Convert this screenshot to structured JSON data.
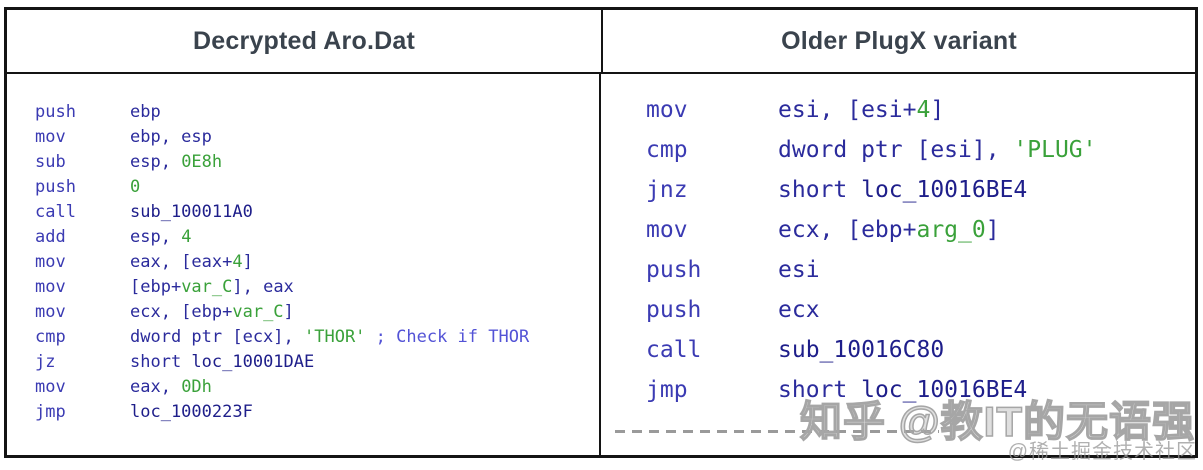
{
  "panels": [
    {
      "title": "Decrypted Aro.Dat",
      "lines": [
        {
          "m": "push",
          "ops": [
            {
              "t": "ebp",
              "c": "base"
            }
          ]
        },
        {
          "m": "mov",
          "ops": [
            {
              "t": "ebp, esp",
              "c": "base"
            }
          ]
        },
        {
          "m": "sub",
          "ops": [
            {
              "t": "esp, ",
              "c": "base"
            },
            {
              "t": "0E8h",
              "c": "num"
            }
          ]
        },
        {
          "m": "push",
          "ops": [
            {
              "t": "0",
              "c": "num"
            }
          ]
        },
        {
          "m": "call",
          "ops": [
            {
              "t": "sub_100011A0",
              "c": "name"
            }
          ]
        },
        {
          "m": "add",
          "ops": [
            {
              "t": "esp, ",
              "c": "base"
            },
            {
              "t": "4",
              "c": "num"
            }
          ]
        },
        {
          "m": "mov",
          "ops": [
            {
              "t": "eax, [eax+",
              "c": "base"
            },
            {
              "t": "4",
              "c": "num"
            },
            {
              "t": "]",
              "c": "base"
            }
          ]
        },
        {
          "m": "mov",
          "ops": [
            {
              "t": "[ebp+",
              "c": "base"
            },
            {
              "t": "var_C",
              "c": "num"
            },
            {
              "t": "], eax",
              "c": "base"
            }
          ]
        },
        {
          "m": "mov",
          "ops": [
            {
              "t": "ecx, [ebp+",
              "c": "base"
            },
            {
              "t": "var_C",
              "c": "num"
            },
            {
              "t": "]",
              "c": "base"
            }
          ]
        },
        {
          "m": "cmp",
          "ops": [
            {
              "t": "dword ptr [ecx], ",
              "c": "base"
            },
            {
              "t": "'THOR'",
              "c": "num"
            },
            {
              "t": " ",
              "c": "base"
            },
            {
              "t": "; Check if THOR",
              "c": "comment"
            }
          ]
        },
        {
          "m": "jz",
          "ops": [
            {
              "t": "short ",
              "c": "base"
            },
            {
              "t": "loc_10001DAE",
              "c": "name"
            }
          ]
        },
        {
          "m": "mov",
          "ops": [
            {
              "t": "eax, ",
              "c": "base"
            },
            {
              "t": "0Dh",
              "c": "num"
            }
          ]
        },
        {
          "m": "jmp",
          "ops": [
            {
              "t": "loc_1000223F",
              "c": "name"
            }
          ]
        }
      ]
    },
    {
      "title": "Older PlugX variant",
      "lines": [
        {
          "m": "mov",
          "ops": [
            {
              "t": "esi, [esi+",
              "c": "base"
            },
            {
              "t": "4",
              "c": "num"
            },
            {
              "t": "]",
              "c": "base"
            }
          ]
        },
        {
          "m": "cmp",
          "ops": [
            {
              "t": "dword ptr [esi], ",
              "c": "base"
            },
            {
              "t": "'PLUG'",
              "c": "num"
            }
          ]
        },
        {
          "m": "jnz",
          "ops": [
            {
              "t": "short ",
              "c": "base"
            },
            {
              "t": "loc_10016BE4",
              "c": "name"
            }
          ]
        },
        {
          "m": "mov",
          "ops": [
            {
              "t": "ecx, [ebp+",
              "c": "base"
            },
            {
              "t": "arg_0",
              "c": "num"
            },
            {
              "t": "]",
              "c": "base"
            }
          ]
        },
        {
          "m": "push",
          "ops": [
            {
              "t": "esi",
              "c": "base"
            }
          ]
        },
        {
          "m": "push",
          "ops": [
            {
              "t": "ecx",
              "c": "base"
            }
          ]
        },
        {
          "m": "call",
          "ops": [
            {
              "t": "sub_10016C80",
              "c": "name"
            }
          ]
        },
        {
          "m": "jmp",
          "ops": [
            {
              "t": "short ",
              "c": "base"
            },
            {
              "t": "loc_10016BE4",
              "c": "name"
            }
          ]
        }
      ],
      "has_dashed_separator": true
    }
  ],
  "watermarks": {
    "zhihu": "知乎 @教IT的无语强",
    "juejin": "@稀土掘金技术社区"
  },
  "colors": {
    "border": "#141414",
    "header_text": "#3a434d",
    "mnemonic": "#3b3bb3",
    "operand": "#2b2b9c",
    "number_string": "#3aa13a",
    "label_name": "#1e1e8a",
    "comment": "#5353d6",
    "separator_dash": "#9a9a9a",
    "watermark": "#a8a8a8"
  }
}
